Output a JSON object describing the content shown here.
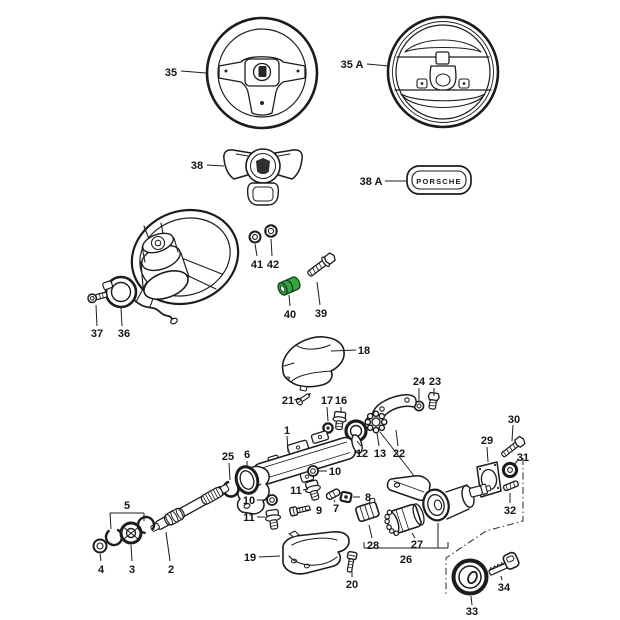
{
  "page": {
    "background": "#ffffff",
    "ink": "#1c1c1c",
    "highlight": "#33a640"
  },
  "diagram": {
    "type": "exploded-parts-diagram",
    "badge_text": "PORSCHE",
    "highlighted_part_number": "40",
    "labels": {
      "n1": "1",
      "n2": "2",
      "n3": "3",
      "n4": "4",
      "n5": "5",
      "n6": "6",
      "n7": "7",
      "n8": "8",
      "n9": "9",
      "n10": "10",
      "n11": "11",
      "n12": "12",
      "n13": "13",
      "n16": "16",
      "n17": "17",
      "n18": "18",
      "n19": "19",
      "n20": "20",
      "n21": "21",
      "n22": "22",
      "n23": "23",
      "n24": "24",
      "n25": "25",
      "n26": "26",
      "n27": "27",
      "n28": "28",
      "n29": "29",
      "n30": "30",
      "n31": "31",
      "n32": "32",
      "n33": "33",
      "n34": "34",
      "n35": "35",
      "n35a": "35 A",
      "n36": "36",
      "n37": "37",
      "n38": "38",
      "n38a": "38 A",
      "n39": "39",
      "n40": "40",
      "n41": "41",
      "n42": "42"
    }
  }
}
